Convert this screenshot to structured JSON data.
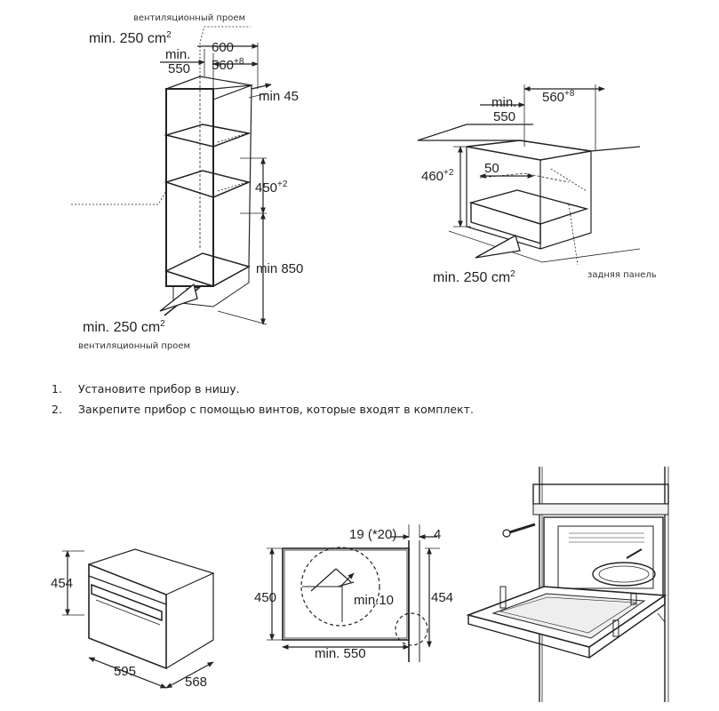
{
  "cabinet_tall": {
    "vent_label_top": "вентиляционный проем",
    "vent_area_top": "min. 250 cm",
    "vent_area_top_sup": "2",
    "depth_600": "600",
    "depth_min_label": "min.",
    "depth_min_value": "550",
    "depth_560": "560",
    "depth_560_sup": "+8",
    "gap_min45": "min 45",
    "height_450": "450",
    "height_450_sup": "+2",
    "height_min850": "min 850",
    "vent_area_bottom": "min. 250 cm",
    "vent_area_bottom_sup": "2",
    "vent_label_bottom": "вентиляционный проем"
  },
  "cabinet_under": {
    "depth_min_label": "min.",
    "depth_min_value": "550",
    "width_560": "560",
    "width_560_sup": "+8",
    "height_460": "460",
    "height_460_sup": "+2",
    "gap_50": "50",
    "vent_area": "min. 250 cm",
    "vent_area_sup": "2",
    "rear_panel_label": "задняя панель"
  },
  "steps": [
    {
      "num": "1.",
      "text": "Установите прибор в нишу."
    },
    {
      "num": "2.",
      "text": "Закрепите прибор с помощью винтов, которые входят в комплект."
    }
  ],
  "appliance": {
    "height_454": "454",
    "width_595": "595",
    "depth_568": "568"
  },
  "side_section": {
    "offset_19": "19 (*20)",
    "offset_4": "4",
    "height_450": "450",
    "height_454": "454",
    "min10": "min.10",
    "min550": "min. 550"
  }
}
